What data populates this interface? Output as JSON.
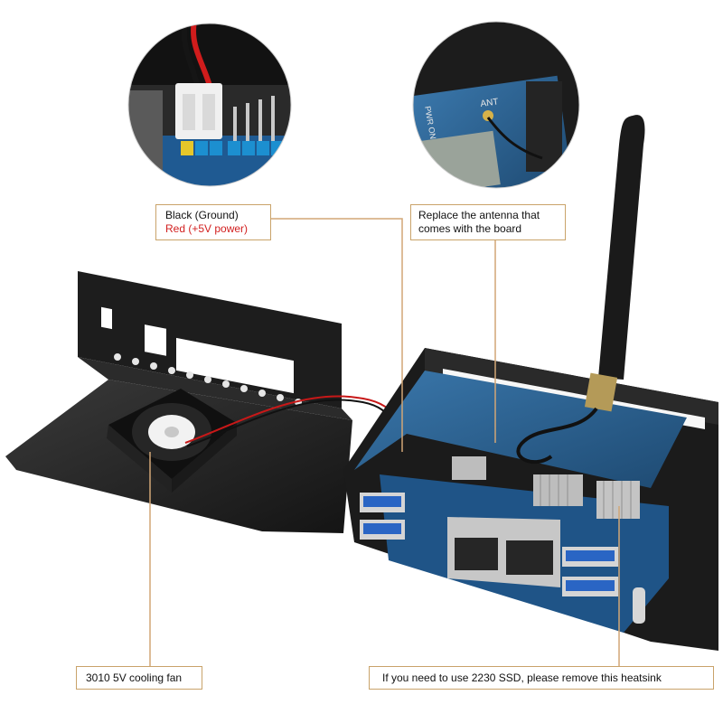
{
  "callouts": {
    "power_wires": {
      "line1": "Black (Ground)",
      "line2": "Red (+5V power)"
    },
    "antenna": {
      "line1": "Replace the antenna that",
      "line2": "comes with the board"
    },
    "fan": {
      "text": "3010 5V cooling fan"
    },
    "ssd": {
      "text": "If you need to use 2230 SSD, please remove this heatsink"
    }
  },
  "board_silkscreen": {
    "antenna_label": "ANT",
    "power_label": "PWR ON"
  },
  "colors": {
    "callout_border": "#c9a36a",
    "leader_line": "#d2a676",
    "red_text": "#d21f1f",
    "case_metal": "#1e1e1e",
    "pcb": "#2c5d8a"
  }
}
